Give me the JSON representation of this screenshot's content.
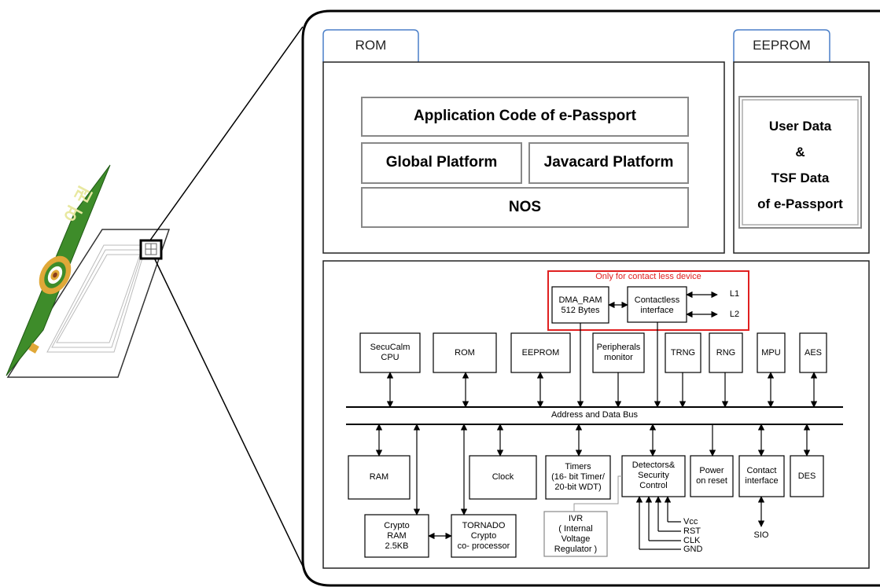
{
  "rom_section": {
    "tab_label": "ROM",
    "application_code": "Application Code of e-Passport",
    "global_platform": "Global Platform",
    "javacard_platform": "Javacard Platform",
    "nos": "NOS"
  },
  "eeprom_section": {
    "tab_label": "EEPROM",
    "lines": [
      "User Data",
      "&",
      "TSF Data",
      "of e-Passport"
    ]
  },
  "block_diagram": {
    "contactless_note": "Only for contact less device",
    "dma_ram": [
      "DMA_RAM",
      "512 Bytes"
    ],
    "contactless_interface": [
      "Contactless",
      "interface"
    ],
    "antenna_pins": [
      "L1",
      "L2"
    ],
    "bus_label": "Address and Data Bus",
    "top_blocks": {
      "cpu": [
        "SecuCalm",
        "CPU"
      ],
      "rom": [
        "ROM"
      ],
      "eeprom": [
        "EEPROM"
      ],
      "peripherals": [
        "Peripherals",
        "monitor"
      ],
      "trng": [
        "TRNG"
      ],
      "rng": [
        "RNG"
      ],
      "mpu": [
        "MPU"
      ],
      "aes": [
        "AES"
      ]
    },
    "bottom_blocks": {
      "ram": [
        "RAM"
      ],
      "clock": [
        "Clock"
      ],
      "timers": [
        "Timers",
        "(16- bit Timer/",
        "20-bit WDT)"
      ],
      "detectors": [
        "Detectors&",
        "Security",
        "Control"
      ],
      "power": [
        "Power",
        "on reset"
      ],
      "contact": [
        "Contact",
        "interface"
      ],
      "des": [
        "DES"
      ],
      "crypto_ram": [
        "Crypto",
        "RAM",
        "2.5KB"
      ],
      "tornado": [
        "TORNADO",
        "Crypto",
        "co- processor"
      ],
      "ivr": [
        "IVR",
        "( Internal",
        "Voltage",
        "Regulator )"
      ]
    },
    "control_signals": [
      "Vcc",
      "RST",
      "CLK",
      "GND"
    ],
    "sio_label": "SIO"
  },
  "colors": {
    "passport_green": "#3e8c2a",
    "contactless_red": "#e02020",
    "tab_blue": "#4a7fc8"
  }
}
